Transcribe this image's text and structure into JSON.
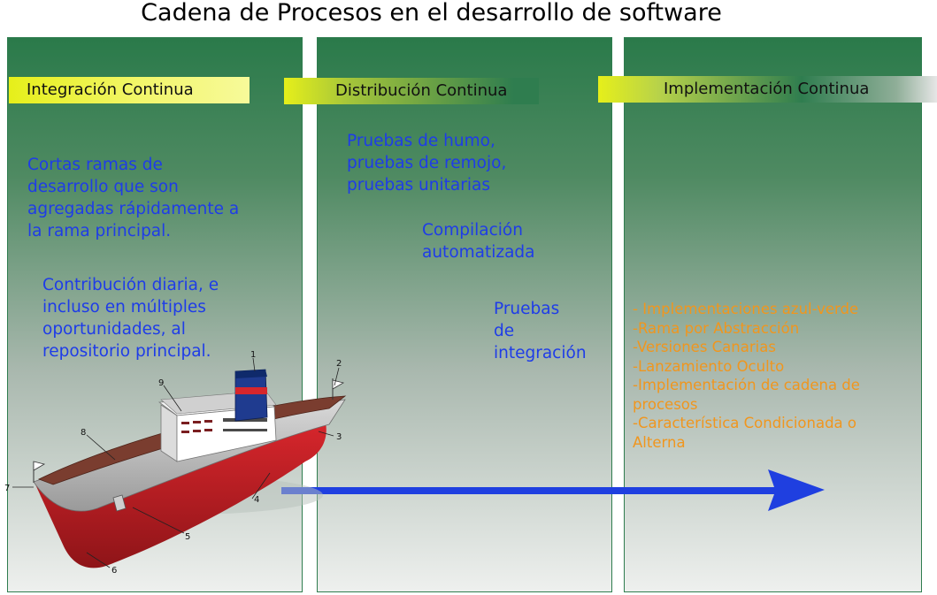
{
  "title": "Cadena de Procesos en el desarrollo de software",
  "stages": [
    {
      "label": "Integración Continua"
    },
    {
      "label": "Distribución Continua"
    },
    {
      "label": "Implementación Continua"
    }
  ],
  "integration": {
    "text1": "Cortas ramas de\ndesarrollo que son\nagregadas rápidamente a\nla rama principal.",
    "text2": "Contribución diaria, e\nincluso en múltiples\noportunidades, al\nrepositorio principal."
  },
  "delivery": {
    "text1": "Pruebas de humo,\npruebas de remojo,\npruebas unitarias",
    "text2": "Compilación\nautomatizada",
    "text3": "Pruebas\nde\nintegración"
  },
  "deployment": {
    "items": [
      "- Implementaciones azul-verde",
      "-Rama por Abstracción",
      "-Versiones Canarias",
      "-Lanzamiento Oculto",
      "-Implementación de cadena de procesos",
      "-Característica Condicionada o Alterna"
    ]
  },
  "ship_labels": [
    "1",
    "2",
    "3",
    "4",
    "5",
    "6",
    "7",
    "8",
    "9"
  ],
  "colors": {
    "panel_green": "#2a7a4a",
    "band_yellow": "#e6ef1a",
    "text_blue": "#1e3ce8",
    "text_orange": "#f0961e",
    "arrow_blue": "#1f3fe0",
    "hull_red": "#b51e24",
    "deck_brown": "#7a3d2f"
  }
}
